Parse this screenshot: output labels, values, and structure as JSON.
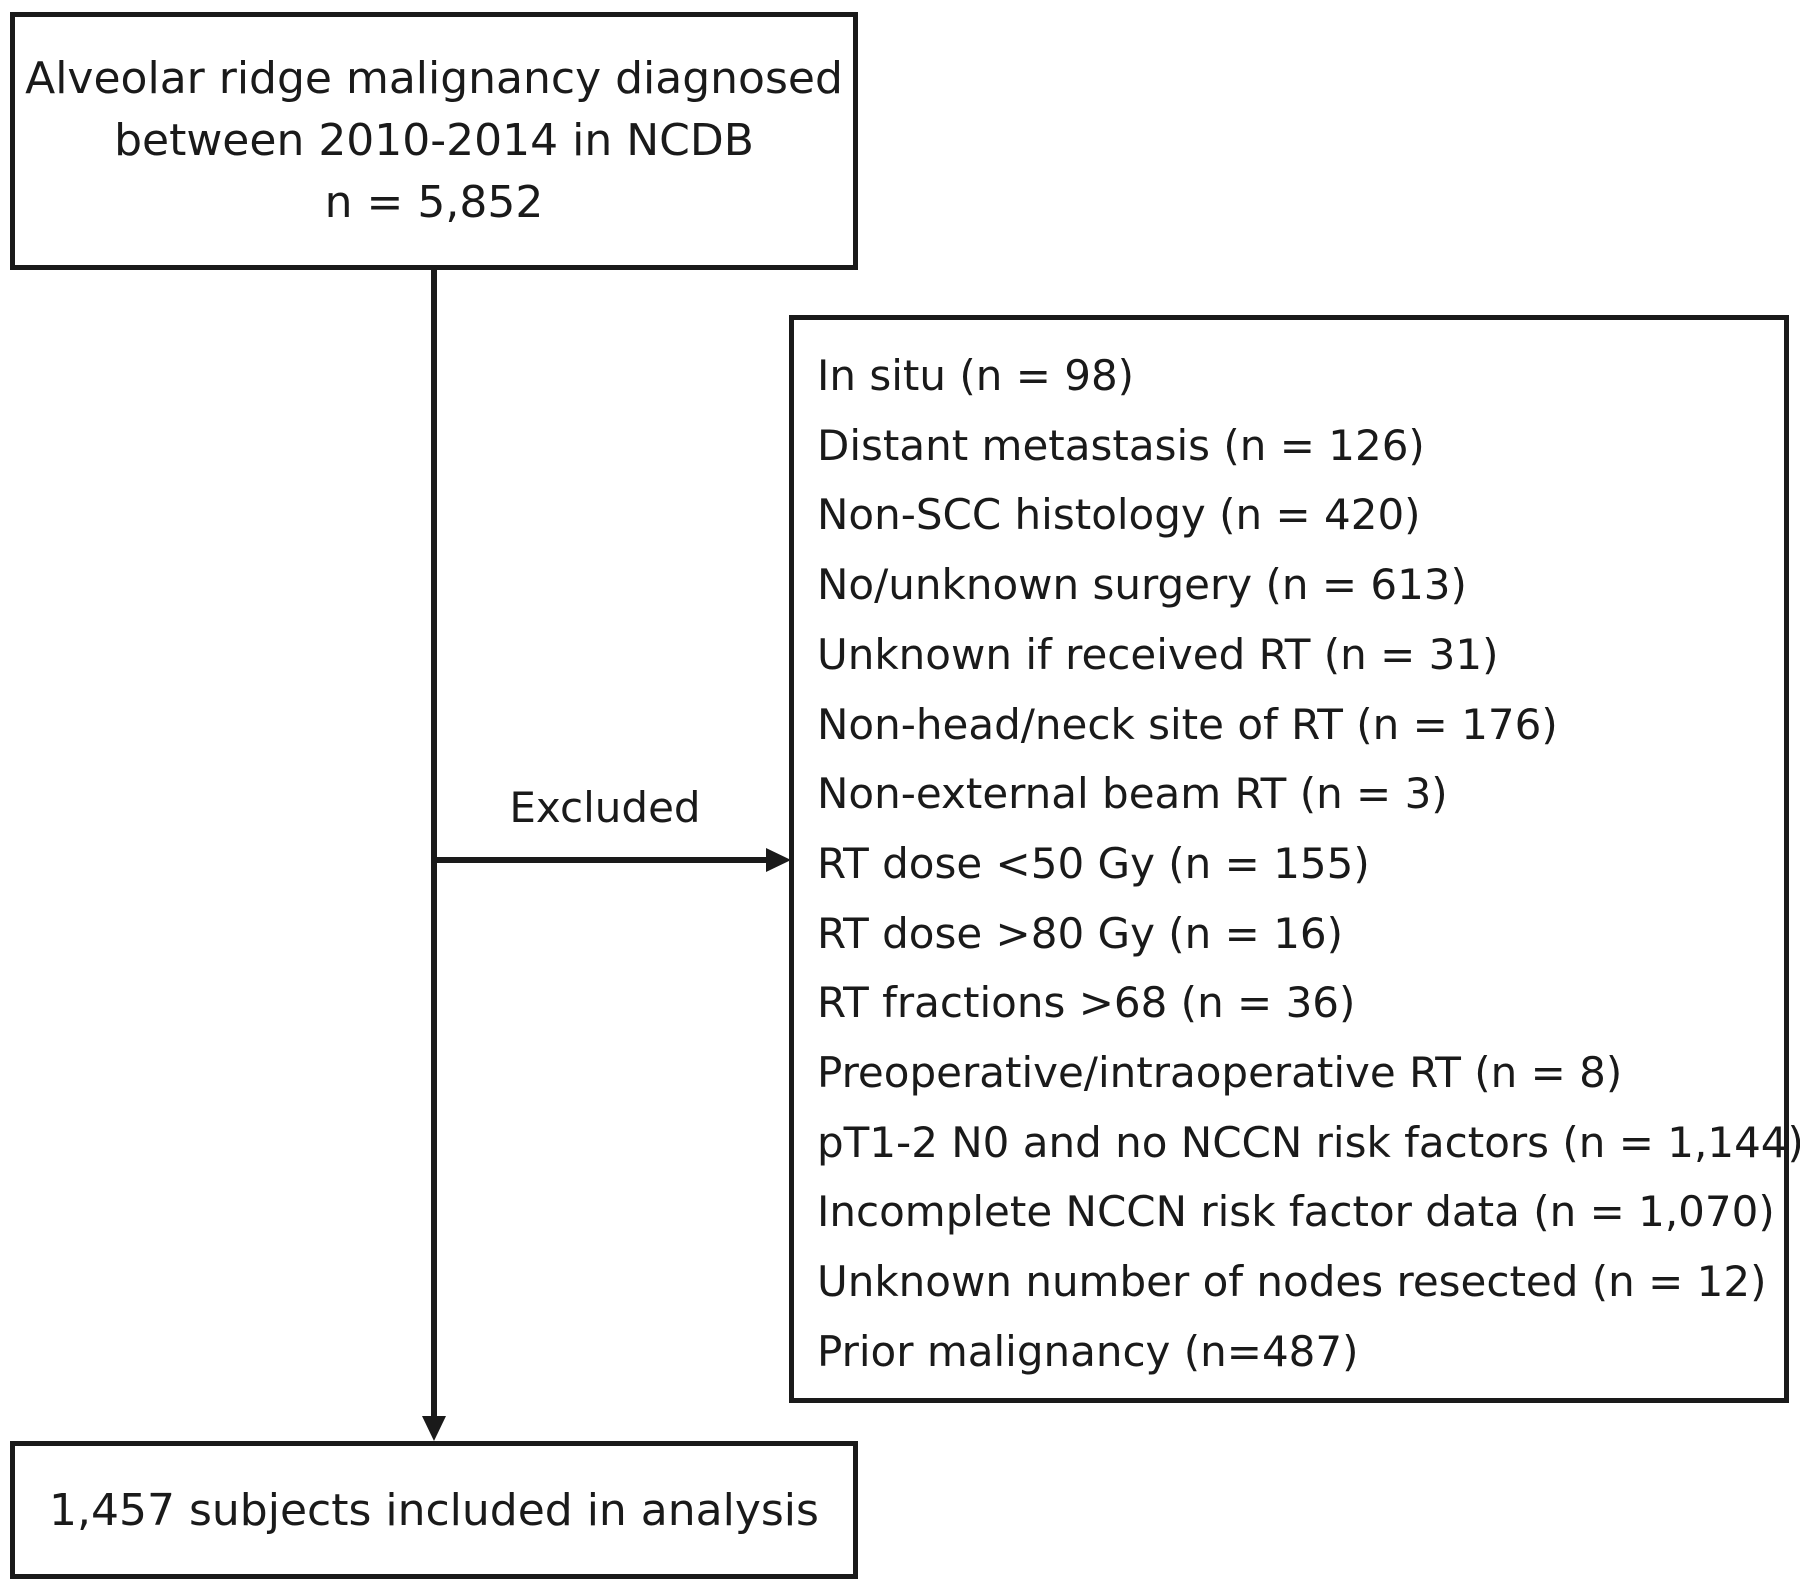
{
  "diagram": {
    "top_box": {
      "line1": "Alveolar ridge malignancy diagnosed",
      "line2": "between 2010-2014 in NCDB",
      "line3": "n = 5,852"
    },
    "excluded_label": "Excluded",
    "exclusions": [
      "In situ (n = 98)",
      "Distant metastasis (n = 126)",
      "Non-SCC histology (n = 420)",
      "No/unknown surgery (n = 613)",
      "Unknown if received RT (n = 31)",
      "Non-head/neck site of RT (n = 176)",
      "Non-external beam RT (n = 3)",
      "RT dose <50 Gy (n = 155)",
      "RT dose >80 Gy (n = 16)",
      "RT fractions >68 (n = 36)",
      "Preoperative/intraoperative RT (n = 8)",
      "pT1-2 N0 and no NCCN risk factors (n = 1,144)",
      "Incomplete NCCN risk factor data (n = 1,070)",
      "Unknown number of nodes resected (n = 12)",
      "Prior malignancy (n=487)"
    ],
    "bottom_box": "1,457 subjects included in analysis",
    "colors": {
      "line": "#1a1a1a",
      "background": "#ffffff"
    }
  }
}
